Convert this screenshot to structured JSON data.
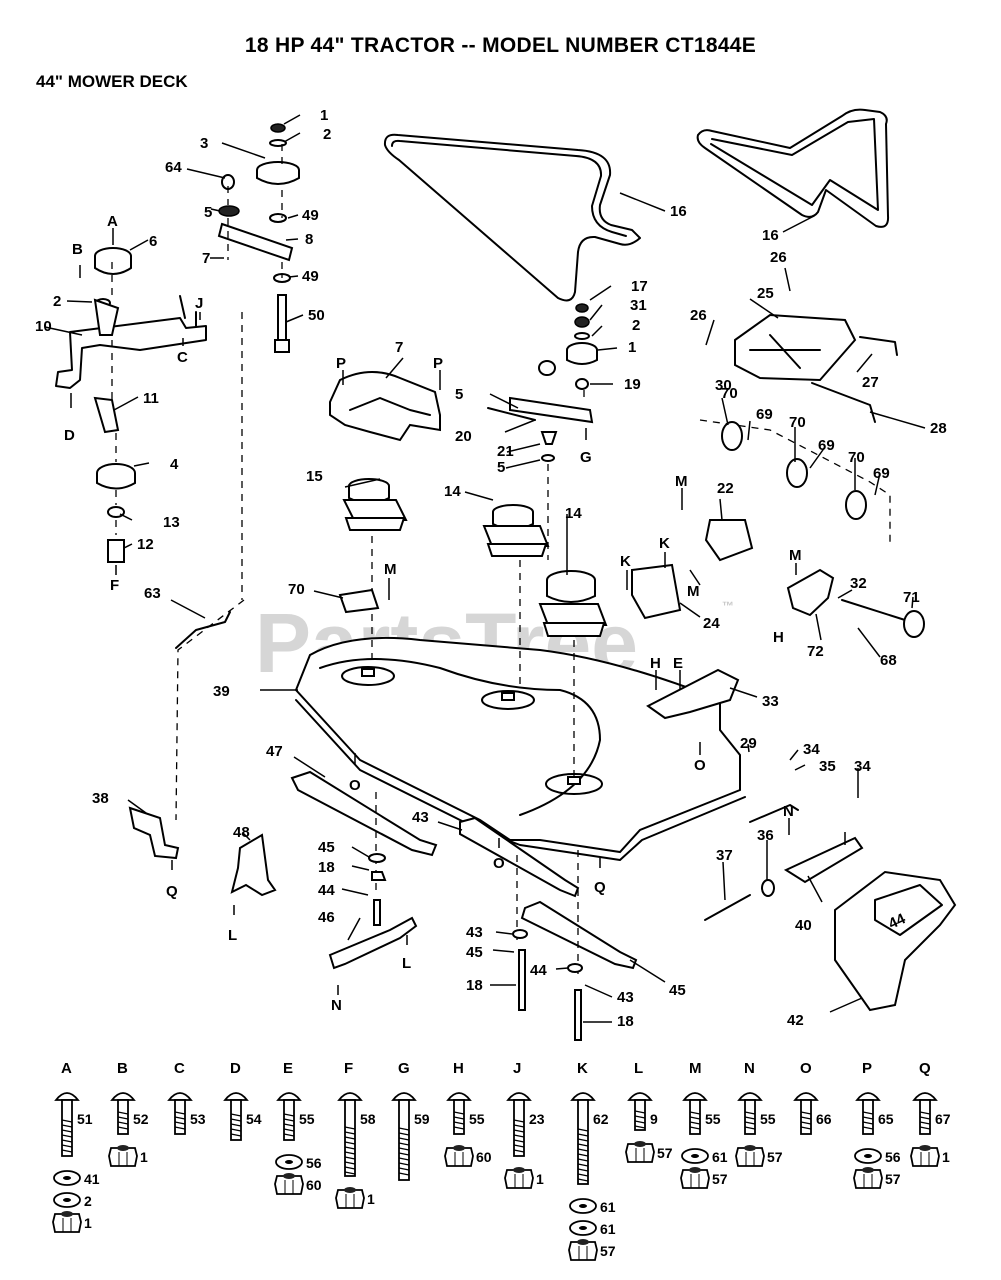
{
  "title": "18 HP 44\" TRACTOR -- MODEL NUMBER CT1844E",
  "subtitle": "44\" MOWER DECK",
  "watermark": "PartsTree",
  "watermark_mark": "™",
  "deck_decal": "44",
  "callouts": [
    "1",
    "2",
    "3",
    "64",
    "5",
    "49",
    "8",
    "6",
    "7",
    "49",
    "50",
    "2",
    "10",
    "11",
    "4",
    "13",
    "12",
    "63",
    "16",
    "16",
    "26",
    "25",
    "26",
    "27",
    "28",
    "17",
    "31",
    "2",
    "1",
    "19",
    "5",
    "20",
    "21",
    "5",
    "7",
    "15",
    "14",
    "14",
    "22",
    "24",
    "30",
    "70",
    "69",
    "70",
    "69",
    "70",
    "69",
    "70",
    "39",
    "33",
    "32",
    "71",
    "68",
    "72",
    "29",
    "34",
    "35",
    "34",
    "36",
    "40",
    "37",
    "42",
    "38",
    "48",
    "47",
    "43",
    "45",
    "18",
    "44",
    "46",
    "43",
    "45",
    "18",
    "44",
    "45",
    "43",
    "18",
    "44"
  ],
  "letter_markers": [
    "A",
    "B",
    "J",
    "C",
    "D",
    "F",
    "P",
    "P",
    "G",
    "M",
    "M",
    "K",
    "K",
    "M",
    "M",
    "H",
    "H",
    "E",
    "O",
    "O",
    "O",
    "Q",
    "Q",
    "L",
    "L",
    "N",
    "N"
  ],
  "hardware": [
    {
      "letter": "A",
      "items": [
        "51",
        "41",
        "2",
        "1"
      ]
    },
    {
      "letter": "B",
      "items": [
        "52",
        "1"
      ]
    },
    {
      "letter": "C",
      "items": [
        "53"
      ]
    },
    {
      "letter": "D",
      "items": [
        "54"
      ]
    },
    {
      "letter": "E",
      "items": [
        "55",
        "56",
        "60"
      ]
    },
    {
      "letter": "F",
      "items": [
        "58",
        "1"
      ]
    },
    {
      "letter": "G",
      "items": [
        "59"
      ]
    },
    {
      "letter": "H",
      "items": [
        "55",
        "60"
      ]
    },
    {
      "letter": "J",
      "items": [
        "23",
        "1"
      ]
    },
    {
      "letter": "K",
      "items": [
        "62",
        "61",
        "61",
        "57"
      ]
    },
    {
      "letter": "L",
      "items": [
        "9",
        "57"
      ]
    },
    {
      "letter": "M",
      "items": [
        "55",
        "61",
        "57"
      ]
    },
    {
      "letter": "N",
      "items": [
        "55",
        "57"
      ]
    },
    {
      "letter": "O",
      "items": [
        "66"
      ]
    },
    {
      "letter": "P",
      "items": [
        "65",
        "56",
        "57"
      ]
    },
    {
      "letter": "Q",
      "items": [
        "67",
        "1"
      ]
    }
  ]
}
